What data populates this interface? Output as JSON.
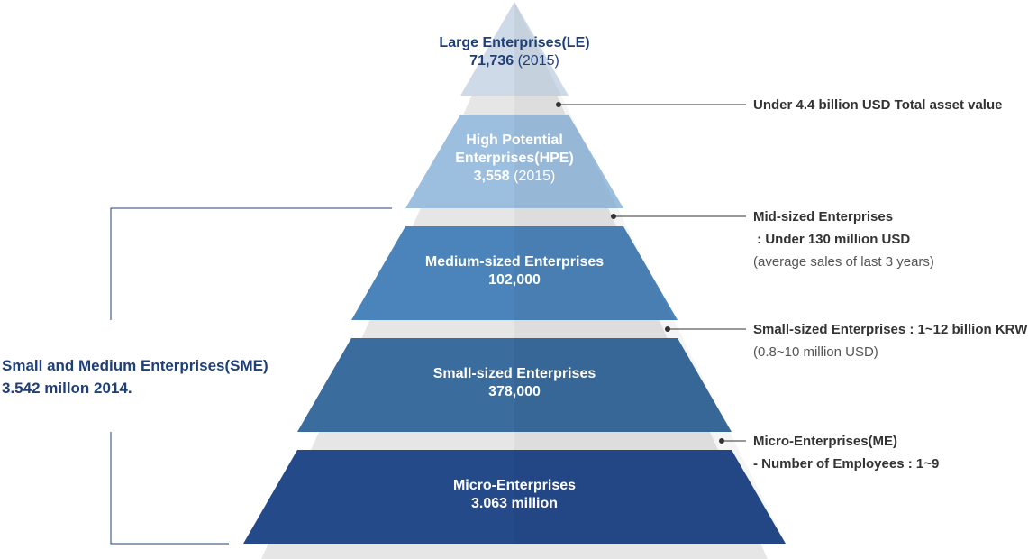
{
  "tiers": [
    {
      "id": "le",
      "title": "Large Enterprises(LE)",
      "count": "71,736",
      "year": "(2015)",
      "color": "#cfdae8",
      "text_color": "#1f3f78"
    },
    {
      "id": "hpe",
      "title": "High Potential",
      "title2": "Enterprises(HPE)",
      "count": "3,558",
      "year": "(2015)",
      "color": "#9dbfdf",
      "text_color": "#ffffff"
    },
    {
      "id": "medium",
      "title": "Medium-sized Enterprises",
      "count": "102,000",
      "color": "#4b84ba",
      "text_color": "#ffffff"
    },
    {
      "id": "small",
      "title": "Small-sized Enterprises",
      "count": "378,000",
      "color": "#3a6c9e",
      "text_color": "#ffffff"
    },
    {
      "id": "micro",
      "title": "Micro-Enterprises",
      "count": "3.063 million",
      "color": "#254a8a",
      "text_color": "#ffffff"
    }
  ],
  "annotations": {
    "le": {
      "line1": "Under 4.4 billion USD Total asset value"
    },
    "medium": {
      "line1": "Mid-sized Enterprises",
      "line2": " : Under 130 million USD",
      "line3": "(average sales of last 3 years)"
    },
    "small": {
      "line1": "Small-sized Enterprises : 1~12 billion KRW",
      "line2": "(0.8~10 million USD)"
    },
    "micro": {
      "line1": "Micro-Enterprises(ME)",
      "line2": "- Number of Employees : 1~9"
    }
  },
  "sme": {
    "line1": "Small and Medium Enterprises(SME)",
    "line2": "3.542 millon 2014."
  },
  "colors": {
    "background_pyramid": "#e6e6e6",
    "connector": "#333333",
    "bracket": "#1f3f78"
  }
}
